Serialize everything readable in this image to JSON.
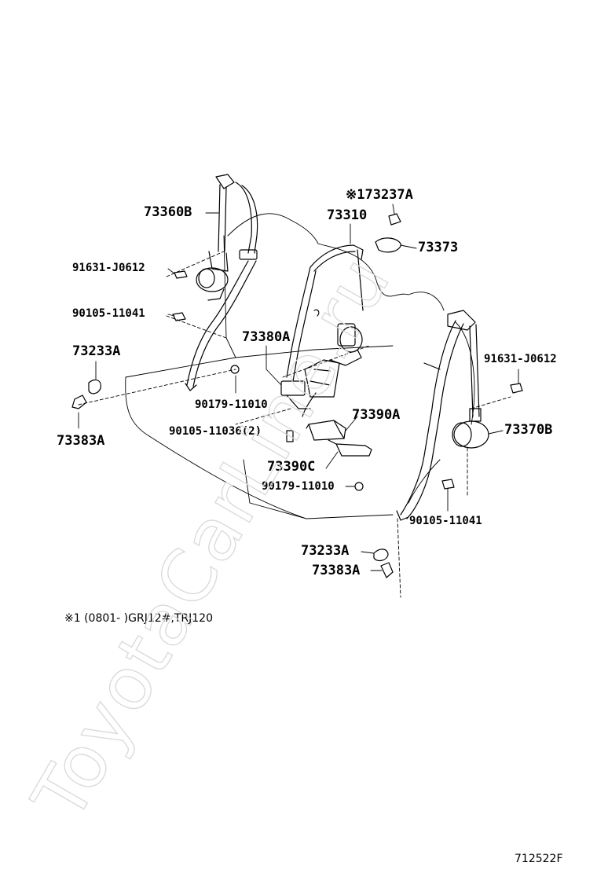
{
  "labels": {
    "p73360B": "73360B",
    "p91631_a": "91631-J0612",
    "p90105_a": "90105-11041",
    "p73233A_a": "73233A",
    "p73383A_a": "73383A",
    "p173237A": "※173237A",
    "p73310": "73310",
    "p73373": "73373",
    "p73380A": "73380A",
    "p90179_a": "90179-11010",
    "p90105_36": "90105-11036(2)",
    "p73390A": "73390A",
    "p73390C": "73390C",
    "p90179_b": "90179-11010",
    "p91631_b": "91631-J0612",
    "p73370B": "73370B",
    "p90105_b": "90105-11041",
    "p73233A_b": "73233A",
    "p73383A_b": "73383A"
  },
  "footnote": "※1 (0801-     )GRJ12#,TRJ120",
  "drawing_id": "712522F",
  "watermark": {
    "text": "ToyotaCarLine.ru",
    "color": "#e8e8e8"
  }
}
